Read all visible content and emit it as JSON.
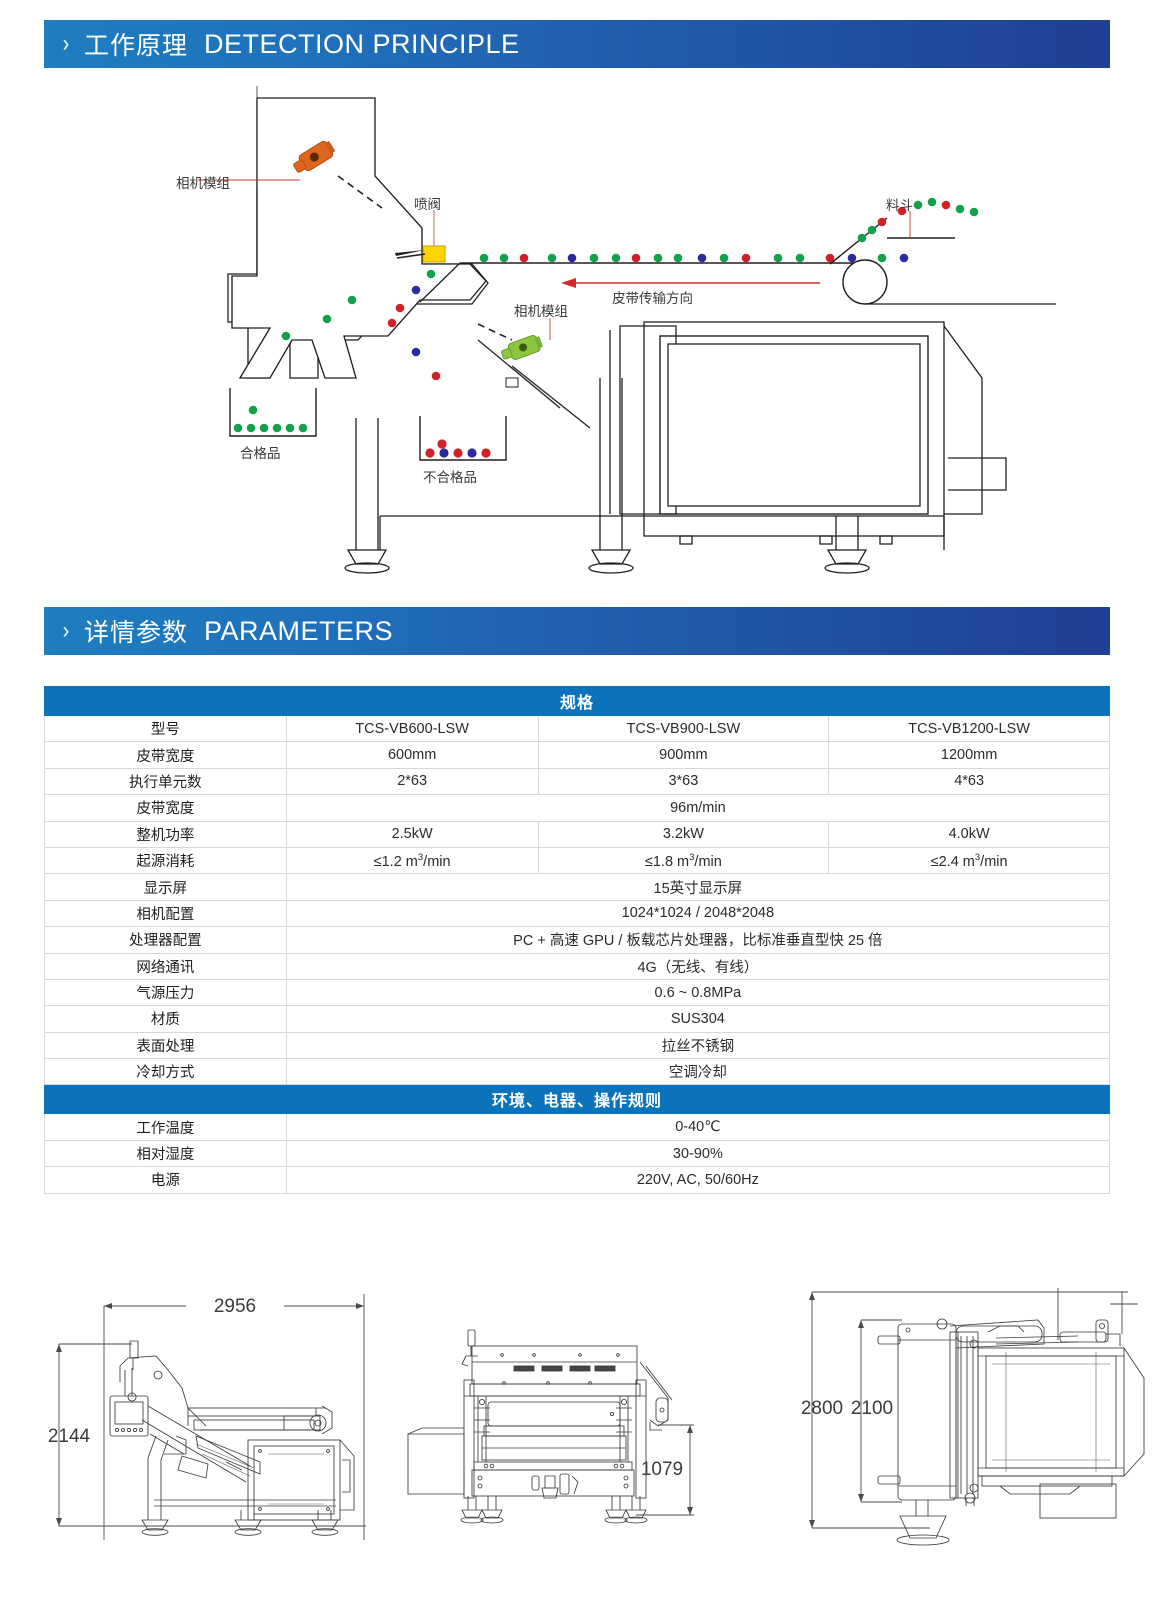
{
  "sections": [
    {
      "id": "principle",
      "cn": "工作原理",
      "en": "DETECTION PRINCIPLE",
      "chevron": "chevron-right-icon"
    },
    {
      "id": "parameters",
      "cn": "详情参数",
      "en": "PARAMETERS",
      "chevron": "chevron-right-icon"
    }
  ],
  "colors": {
    "banner_start": "#1e7ec0",
    "banner_end": "#1f3f93",
    "table_header": "#0b72bc",
    "table_border": "#d5d9de",
    "accent_red": "#d22027",
    "accent_green": "#12a14b",
    "accent_blue": "#2b2ba0",
    "camera_orange": "#e0651f",
    "camera_green": "#8cc63f",
    "valve_yellow": "#ffd400"
  },
  "diagram": {
    "labels": {
      "camera_module_top": "相机模组",
      "spray_valve": "喷阀",
      "hopper": "料斗",
      "belt_direction": "皮带传输方向",
      "camera_module_bottom": "相机模组",
      "accepted": "合格品",
      "rejected": "不合格品"
    }
  },
  "table": {
    "groups": [
      {
        "title": "规格",
        "rows": [
          {
            "label": "型号",
            "values": [
              "TCS-VB600-LSW",
              "TCS-VB900-LSW",
              "TCS-VB1200-LSW"
            ]
          },
          {
            "label": "皮带宽度",
            "values": [
              "600mm",
              "900mm",
              "1200mm"
            ]
          },
          {
            "label": "执行单元数",
            "values": [
              "2*63",
              "3*63",
              "4*63"
            ]
          },
          {
            "label": "皮带宽度",
            "values": [
              "96m/min"
            ],
            "span": true
          },
          {
            "label": "整机功率",
            "values": [
              "2.5kW",
              "3.2kW",
              "4.0kW"
            ]
          },
          {
            "label": "起源消耗",
            "values": [
              "≤1.2 m³/min",
              "≤1.8 m³/min",
              "≤2.4 m³/min"
            ],
            "rich": [
              {
                "pre": "≤1.2 m",
                "sup": "3",
                "post": "/min"
              },
              {
                "pre": "≤1.8 m",
                "sup": "3",
                "post": "/min"
              },
              {
                "pre": "≤2.4 m",
                "sup": "3",
                "post": "/min"
              }
            ]
          },
          {
            "label": "显示屏",
            "values": [
              "15英寸显示屏"
            ],
            "span": true
          },
          {
            "label": "相机配置",
            "values": [
              "1024*1024 / 2048*2048"
            ],
            "span": true
          },
          {
            "label": "处理器配置",
            "values": [
              "PC + 高速 GPU / 板载芯片处理器，比标准垂直型快 25 倍"
            ],
            "span": true
          },
          {
            "label": "网络通讯",
            "values": [
              "4G（无线、有线）"
            ],
            "span": true
          },
          {
            "label": "气源压力",
            "values": [
              "0.6 ~ 0.8MPa"
            ],
            "span": true
          },
          {
            "label": "材质",
            "values": [
              "SUS304"
            ],
            "span": true
          },
          {
            "label": "表面处理",
            "values": [
              "拉丝不锈钢"
            ],
            "span": true
          },
          {
            "label": "冷却方式",
            "values": [
              "空调冷却"
            ],
            "span": true
          }
        ]
      },
      {
        "title": "环境、电器、操作规则",
        "rows": [
          {
            "label": "工作温度",
            "values": [
              "0-40℃"
            ],
            "span": true
          },
          {
            "label": "相对湿度",
            "values": [
              "30-90%"
            ],
            "span": true
          },
          {
            "label": "电源",
            "values": [
              "220V, AC, 50/60Hz"
            ],
            "span": true
          }
        ]
      }
    ]
  },
  "drawings": {
    "side": {
      "name": "side-view",
      "dim_width": "2956",
      "dim_height": "2144"
    },
    "front": {
      "name": "front-view",
      "dim_height": "1079"
    },
    "end": {
      "name": "end-view",
      "dim_outer": "2800",
      "dim_inner": "2100"
    }
  }
}
